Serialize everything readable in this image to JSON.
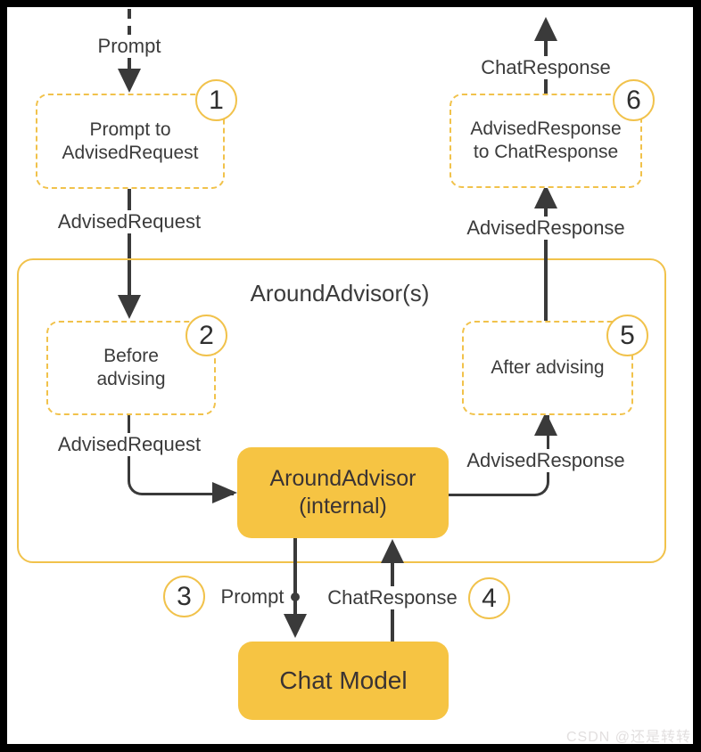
{
  "colors": {
    "solid_box_fill": "#F6C443",
    "outline_yellow": "#F1C24B",
    "connector": "#3A3A3A",
    "text": "#3B3B3B",
    "frame": "#000000",
    "watermark": "#E2DFDF"
  },
  "container": {
    "title": "AroundAdvisor(s)"
  },
  "flow": {
    "top_left_label": "Prompt",
    "box1": {
      "badge": "1",
      "line1": "Prompt to",
      "line2": "AdvisedRequest"
    },
    "label_1_to_2": "AdvisedRequest",
    "box2": {
      "badge": "2",
      "line1": "Before",
      "line2": "advising"
    },
    "label_2_to_internal": "AdvisedRequest",
    "internal_box": {
      "line1": "AroundAdvisor",
      "line2": "(internal)"
    },
    "label_internal_to_5": "AdvisedResponse",
    "box5": {
      "badge": "5",
      "line1": "After advising"
    },
    "label_5_to_6": "AdvisedResponse",
    "box6": {
      "badge": "6",
      "line1": "AdvisedResponse",
      "line2": "to ChatResponse"
    },
    "top_right_label": "ChatResponse",
    "bottom": {
      "badge3": "3",
      "prompt_label": "Prompt",
      "chat_response_label": "ChatResponse",
      "badge4": "4",
      "chat_model_label": "Chat Model"
    }
  },
  "watermark": "CSDN @还是转转"
}
